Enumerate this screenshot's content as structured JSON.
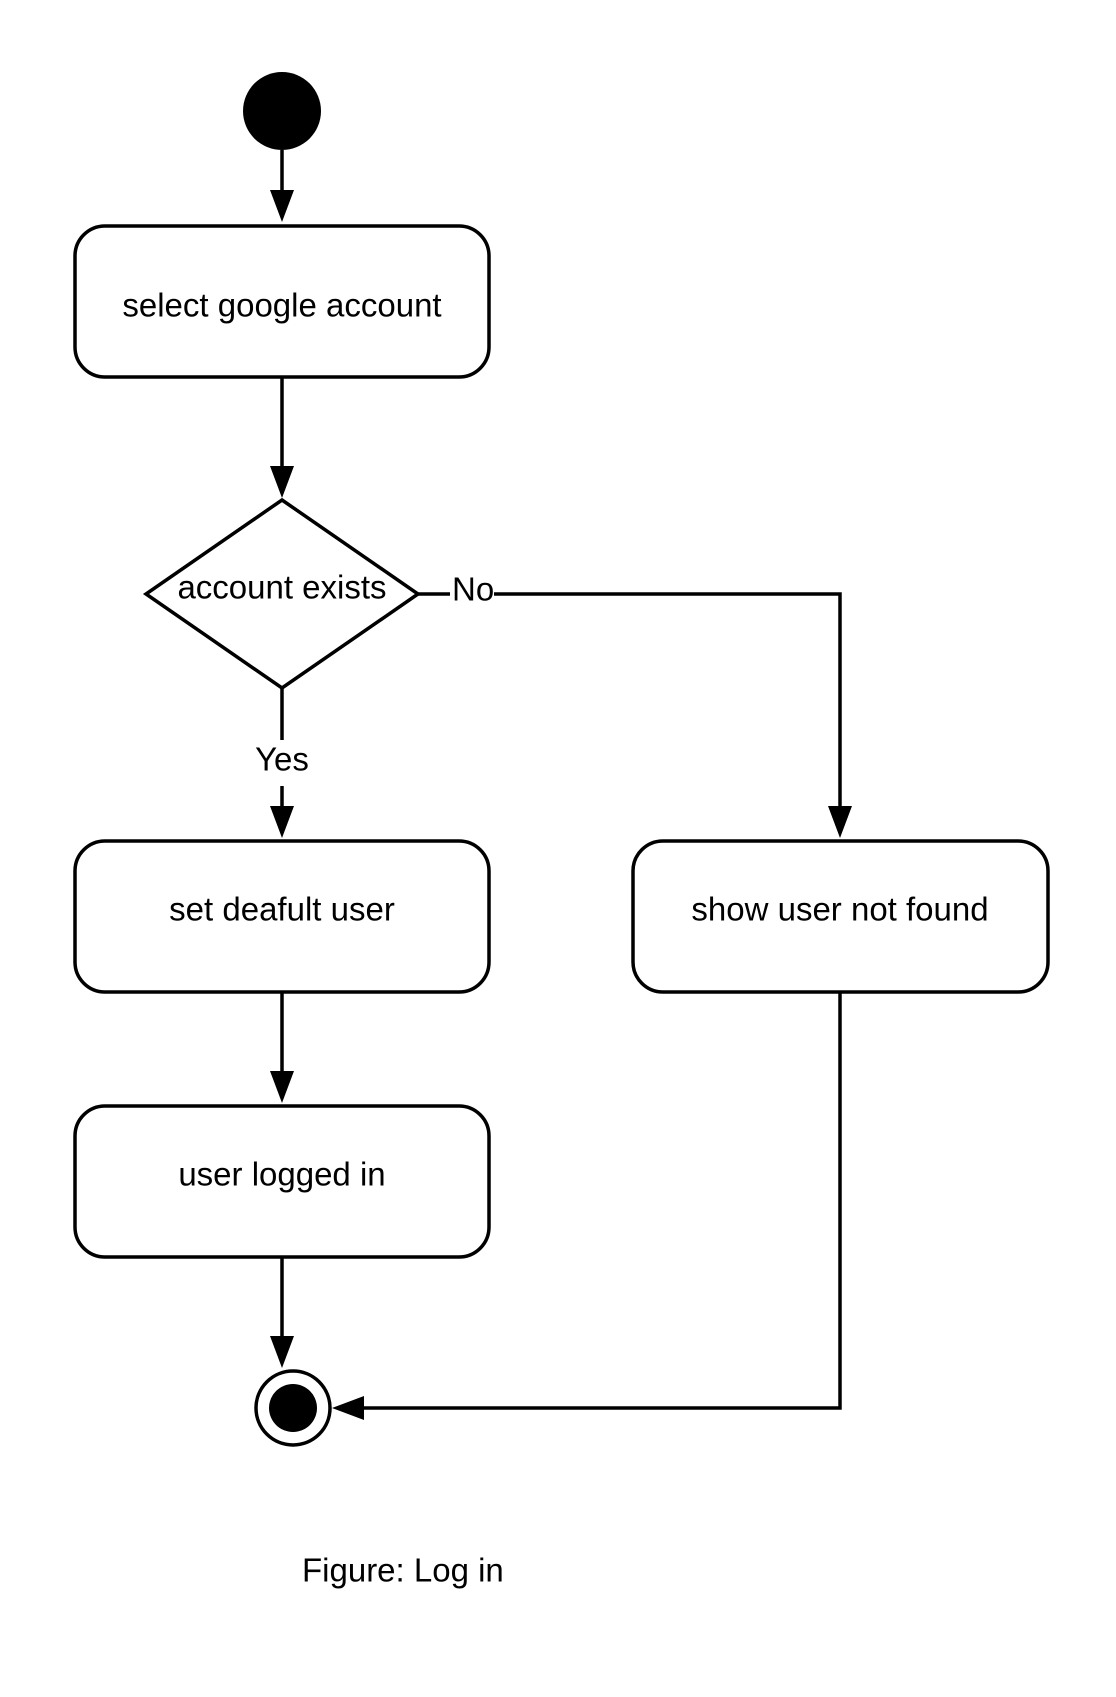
{
  "diagram": {
    "nodes": {
      "start": {
        "kind": "initial-node"
      },
      "select_account": {
        "label": "select google account"
      },
      "account_exists": {
        "label": "account exists"
      },
      "set_default_user": {
        "label": "set deafult user"
      },
      "show_not_found": {
        "label": "show user not found"
      },
      "logged_in": {
        "label": "user logged in"
      },
      "end": {
        "kind": "final-node"
      }
    },
    "edges": {
      "no_label": "No",
      "yes_label": "Yes"
    },
    "caption": "Figure: Log in",
    "colors": {
      "stroke": "#000000",
      "fill": "#ffffff"
    }
  }
}
